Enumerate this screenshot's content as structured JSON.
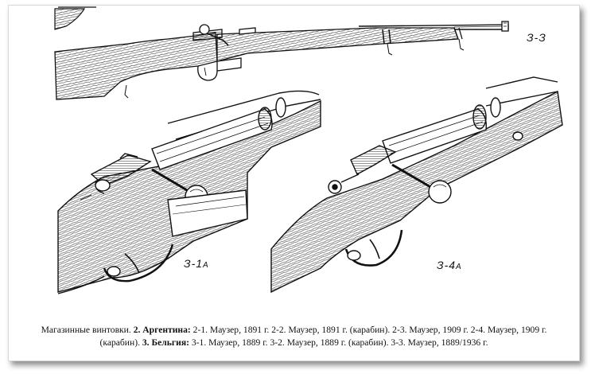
{
  "figure": {
    "labels": {
      "top_rifle": "З-З",
      "left_detail": {
        "main": "З-1",
        "sub": "А"
      },
      "right_detail": {
        "main": "З-4",
        "sub": "А"
      }
    }
  },
  "caption": {
    "line1_lead": "Магазинные винтовки. ",
    "line1_num2": "2. Аргентина:",
    "line1_rest": " 2-1. Маузер, 1891 г. 2-2. Маузер, 1891 г. (карабин). 2-3. Маузер, 1909 г. 2-4. Маузер, 1909 г.",
    "line2_lead": "(карабин). ",
    "line2_num3": "3. Бельгия:",
    "line2_rest": " 3-1. Маузер, 1889 г. 3-2. Маузер, 1889 г. (карабин). 3-3. Маузер, 1889/1936 г."
  },
  "colors": {
    "ink": "#111111",
    "paper": "#ffffff"
  }
}
